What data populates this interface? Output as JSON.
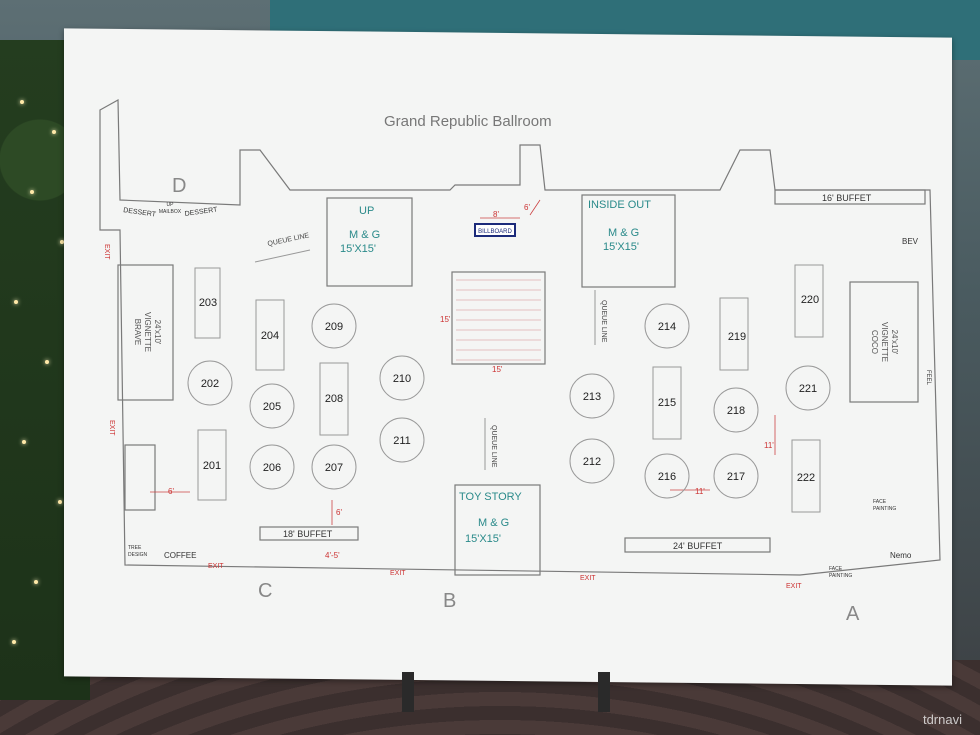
{
  "plan": {
    "title": "Grand Republic Ballroom",
    "rooms": [
      {
        "key": "up",
        "name": "UP",
        "label": "M & G",
        "size": "15'X15'"
      },
      {
        "key": "inside_out",
        "name": "INSIDE OUT",
        "label": "M & G",
        "size": "15'X15'"
      },
      {
        "key": "toy_story",
        "name": "TOY STORY",
        "label": "M & G",
        "size": "15'X15'"
      }
    ],
    "buffets": {
      "b16": "16' BUFFET",
      "b18": "18' BUFFET",
      "b24": "24' BUFFET"
    },
    "vignettes": {
      "brave": [
        "BRAVE",
        "VIGNETTE",
        "24'x10'"
      ],
      "coco": [
        "COCO",
        "VIGNETTE",
        "24'x10'"
      ]
    },
    "tables": [
      "201",
      "202",
      "203",
      "204",
      "205",
      "206",
      "207",
      "208",
      "209",
      "210",
      "211",
      "212",
      "213",
      "214",
      "215",
      "216",
      "217",
      "218",
      "219",
      "220",
      "221",
      "222"
    ],
    "labels": {
      "queue_line": "QUEUE LINE",
      "billboard": "BILLBOARD",
      "dessert": "DESSERT",
      "up_mailbox": [
        "UP",
        "MAILBOX"
      ],
      "coffee": "COFFEE",
      "bev": "BEV",
      "face_painting": [
        "FACE",
        "PAINTING"
      ],
      "nemo": "Nemo",
      "tree_design": [
        "TREE",
        "DESIGN"
      ],
      "exit": "EXIT",
      "feel": "FEEL"
    },
    "doors": [
      "D",
      "C",
      "B",
      "A"
    ],
    "dims": {
      "d8": "8'",
      "d6": "6'",
      "d15": "15'",
      "d11": "11'",
      "d45": "4'-5'"
    }
  },
  "watermark": "tdrnavi"
}
